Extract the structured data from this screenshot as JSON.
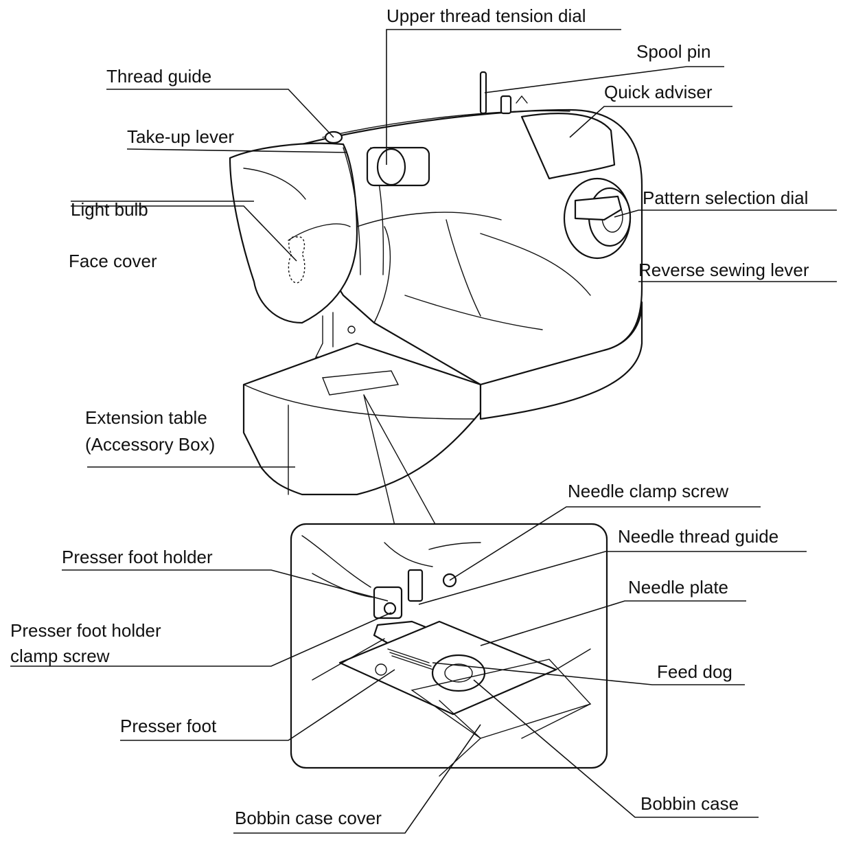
{
  "labels": {
    "upper_thread_tension_dial": "Upper thread tension dial",
    "spool_pin": "Spool pin",
    "thread_guide": "Thread guide",
    "quick_adviser": "Quick adviser",
    "take_up_lever": "Take-up lever",
    "pattern_selection_dial": "Pattern selection dial",
    "light_bulb": "Light bulb",
    "face_cover": "Face cover",
    "reverse_sewing_lever": "Reverse sewing lever",
    "extension_table_1": "Extension table",
    "extension_table_2": "(Accessory Box)",
    "needle_clamp_screw": "Needle clamp screw",
    "needle_thread_guide": "Needle thread guide",
    "presser_foot_holder": "Presser foot holder",
    "needle_plate": "Needle plate",
    "presser_foot_holder_clamp_screw_1": "Presser foot holder",
    "presser_foot_holder_clamp_screw_2": "clamp screw",
    "feed_dog": "Feed dog",
    "presser_foot": "Presser foot",
    "bobbin_case": "Bobbin case",
    "bobbin_case_cover": "Bobbin case cover"
  }
}
